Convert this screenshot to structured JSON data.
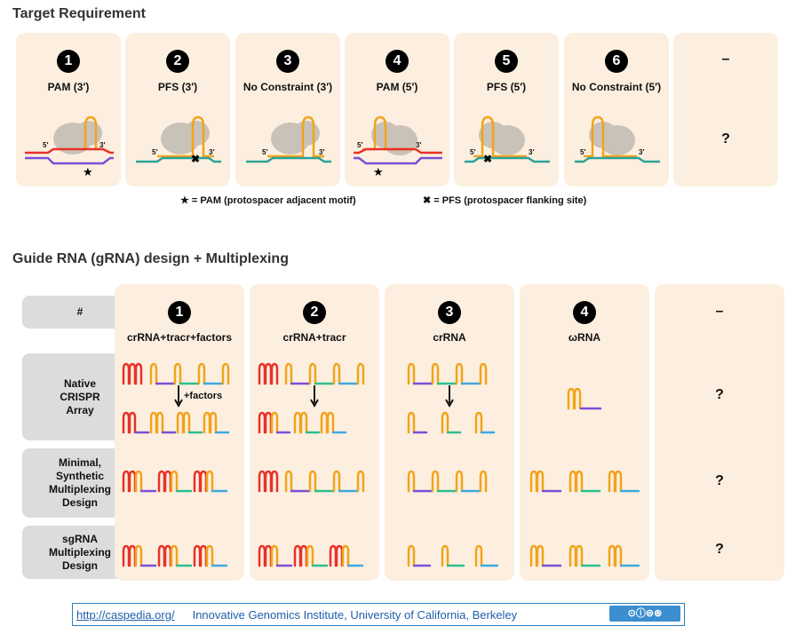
{
  "target": {
    "title": "Target Requirement",
    "columns": [
      {
        "num": "1",
        "label": "PAM (3′)"
      },
      {
        "num": "2",
        "label": "PFS (3′)"
      },
      {
        "num": "3",
        "label": "No Constraint (3′)"
      },
      {
        "num": "4",
        "label": "PAM (5′)"
      },
      {
        "num": "5",
        "label": "PFS (5′)"
      },
      {
        "num": "6",
        "label": "No Constraint (5′)"
      },
      {
        "num": "–",
        "label": "?"
      }
    ],
    "prime5": "5′",
    "prime3": "3′",
    "legend_pam": "★ = PAM (protospacer adjacent motif)",
    "legend_pfs": "✖ = PFS (protospacer flanking site)"
  },
  "grna": {
    "title": "Guide RNA (gRNA) design + Multiplexing",
    "header_label": "#",
    "columns": [
      {
        "num": "1",
        "label": "crRNA+tracr+factors"
      },
      {
        "num": "2",
        "label": "crRNA+tracr"
      },
      {
        "num": "3",
        "label": "crRNA"
      },
      {
        "num": "4",
        "label": "ωRNA"
      },
      {
        "num": "–",
        "label": ""
      }
    ],
    "rows": [
      {
        "label": "Native CRISPR Array"
      },
      {
        "label": "Minimal, Synthetic Multiplexing Design"
      },
      {
        "label": "sgRNA Multiplexing Design"
      }
    ],
    "factors_label": "+factors",
    "unknown": "?"
  },
  "footer": {
    "url": "http://caspedia.org/",
    "institute": "Innovative Genomics Institute, University of California, Berkeley",
    "license": "cc by nc sa"
  },
  "colors": {
    "card": "#fcefdf",
    "orange": "#f2a31b",
    "red": "#e8312a",
    "purple": "#7b4fd6",
    "green": "#2bbf8e",
    "blue": "#3fa9e0",
    "teal": "#2aa198",
    "protein": "#c9c2b8"
  }
}
